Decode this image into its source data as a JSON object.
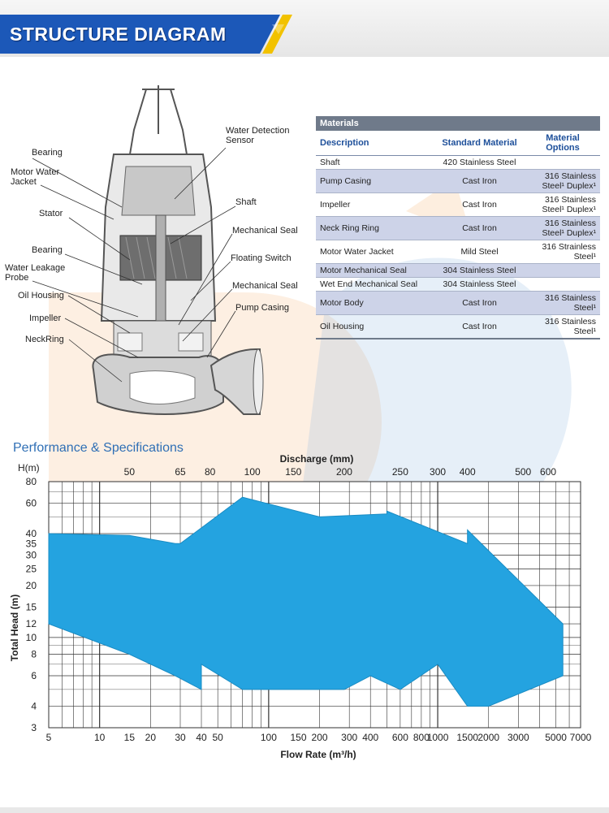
{
  "header": {
    "title": "STRUCTURE DIAGRAM",
    "colors": {
      "band": "#1c58b8",
      "accent": "#f2c200"
    }
  },
  "diagram": {
    "labels": [
      "Bearing",
      "Motor Water Jacket",
      "Stator",
      "Bearing",
      "Water Leakage Probe",
      "Oil Housing",
      "Impeller",
      "NeckRing",
      "Water Detection Sensor",
      "Shaft",
      "Mechanical Seal",
      "Floating Switch",
      "Mechanical Seal",
      "Pump Casing"
    ]
  },
  "materials": {
    "caption": "Materials",
    "headers": [
      "Description",
      "Standard Material",
      "Material Options"
    ],
    "rows": [
      {
        "desc": "Shaft",
        "std": "420 Stainless Steel",
        "opt": ""
      },
      {
        "desc": "Pump Casing",
        "std": "Cast Iron",
        "opt": "316 Stainless Steel¹ Duplex¹"
      },
      {
        "desc": "Impeller",
        "std": "Cast Iron",
        "opt": "316 Stainless Steel¹ Duplex¹"
      },
      {
        "desc": "Neck Ring Ring",
        "std": "Cast Iron",
        "opt": "316 Stainless Steel¹ Duplex¹"
      },
      {
        "desc": "Motor Water Jacket",
        "std": "Mild Steel",
        "opt": "316 Strainless Steel¹"
      },
      {
        "desc": "Motor Mechanical Seal",
        "std": "304 Stainless Steel",
        "opt": ""
      },
      {
        "desc": "Wet End Mechanical Seal",
        "std": "304 Stainless Steel",
        "opt": ""
      },
      {
        "desc": "Motor Body",
        "std": "Cast Iron",
        "opt": "316 Stainless Steel¹"
      },
      {
        "desc": "Oil Housing",
        "std": "Cast Iron",
        "opt": "316 Stainless Steel¹"
      }
    ]
  },
  "performance": {
    "title": "Performance & Specifications"
  },
  "chart_data": {
    "type": "area",
    "title": "",
    "xlabel": "Flow Rate (m³/h)",
    "ylabel": "Total Head (m)",
    "y_unit_label": "H(m)",
    "top_axis_label": "Discharge (mm)",
    "x_scale": "log",
    "y_scale": "log",
    "xlim": [
      5,
      7000
    ],
    "ylim": [
      3,
      80
    ],
    "grid": true,
    "x_ticks": [
      5,
      10,
      15,
      20,
      30,
      40,
      50,
      100,
      150,
      200,
      300,
      400,
      600,
      800,
      1000,
      1500,
      2000,
      3000,
      5000,
      7000
    ],
    "x_tick_labels": [
      "5",
      "10",
      "15",
      "20",
      "30",
      "40",
      "50",
      "100",
      "150",
      "200",
      "300",
      "400",
      "600",
      "800",
      "1000",
      "1500",
      "2000",
      "3000",
      "5000",
      "7000"
    ],
    "y_ticks": [
      3,
      4,
      6,
      8,
      10,
      12,
      15,
      20,
      25,
      30,
      35,
      40,
      60,
      80
    ],
    "y_tick_labels": [
      "3",
      "4",
      "6",
      "8",
      "10",
      "12",
      "15",
      "20",
      "25",
      "30",
      "35",
      "40",
      "60",
      "80"
    ],
    "discharge_ticks": [
      {
        "label": "50",
        "flow": 15
      },
      {
        "label": "65",
        "flow": 30
      },
      {
        "label": "80",
        "flow": 45
      },
      {
        "label": "100",
        "flow": 80
      },
      {
        "label": "150",
        "flow": 140
      },
      {
        "label": "200",
        "flow": 280
      },
      {
        "label": "250",
        "flow": 600
      },
      {
        "label": "300",
        "flow": 1000
      },
      {
        "label": "400",
        "flow": 1500
      },
      {
        "label": "500",
        "flow": 3200
      },
      {
        "label": "600",
        "flow": 4500
      }
    ],
    "series": [
      {
        "color": "#24a3e0",
        "x": [
          5,
          15,
          28,
          30,
          70,
          200,
          500,
          500,
          1500,
          1500,
          5500,
          5500,
          2000,
          1500,
          1000,
          600,
          400,
          280,
          200,
          70,
          40,
          40,
          28,
          15,
          5
        ],
        "y": [
          40,
          39,
          35,
          35,
          65,
          50,
          52,
          54,
          35,
          42,
          12,
          6,
          4,
          4,
          7,
          5,
          6,
          5,
          5,
          5,
          7,
          5,
          6,
          8,
          12
        ]
      }
    ],
    "colors": {
      "area": "#24a3e0",
      "grid": "#333333",
      "frame": "#dcdcdc"
    }
  }
}
